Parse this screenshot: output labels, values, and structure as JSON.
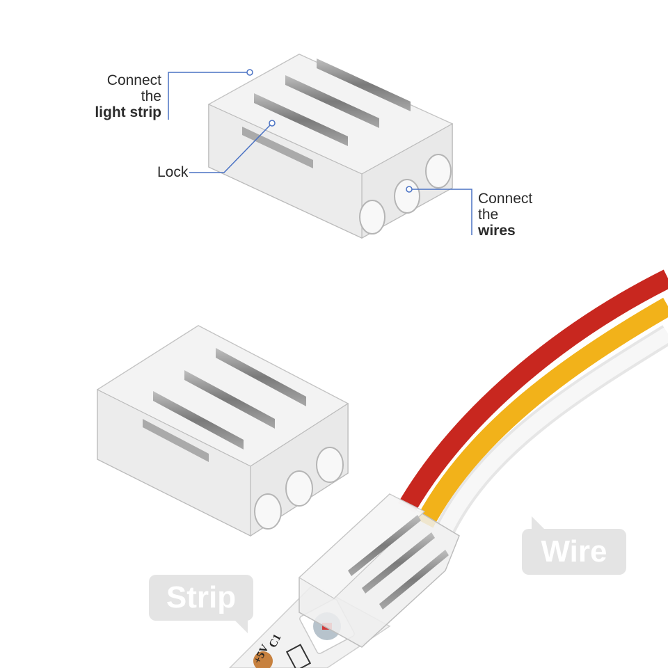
{
  "labels": {
    "connect_strip": {
      "line1": "Connect",
      "line2": "the",
      "line3": "light strip"
    },
    "lock": "Lock",
    "connect_wires": {
      "line1": "Connect",
      "line2": "the",
      "line3": "wires"
    }
  },
  "tags": {
    "strip": "Strip",
    "wire": "Wire"
  },
  "pcb": {
    "c1": "C1",
    "plus5v": "+5V"
  },
  "colors": {
    "callout_line": "#4a72c4",
    "wire_red": "#c8271f",
    "wire_yellow": "#f2b21a",
    "wire_white": "#f1f1f1",
    "tag_bg": "#e4e4e4",
    "text": "#2b2b2b"
  }
}
